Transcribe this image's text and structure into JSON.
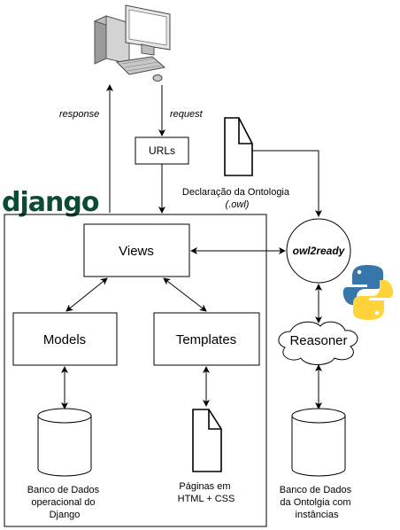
{
  "colors": {
    "django_green": "#0c4b33",
    "python_blue": "#3776ab",
    "python_yellow": "#ffd43b",
    "stroke": "#000000",
    "computer_gray": "#d0d0d0"
  },
  "icons": {
    "computer": "desktop-computer-icon",
    "owl_file": "document-icon",
    "html_file": "document-icon",
    "python": "python-logo-icon",
    "reasoner": "cloud-shape",
    "databases": "cylinder-database-icon"
  },
  "logo": {
    "django": "django"
  },
  "edges": {
    "response": "response",
    "request": "request"
  },
  "nodes": {
    "urls": "URLs",
    "views": "Views",
    "models": "Models",
    "templates": "Templates",
    "owl2ready": "owl2ready",
    "reasoner": "Reasoner"
  },
  "ontology_decl": {
    "line1": "Declaração da Ontologia",
    "line2": "(.owl)"
  },
  "db_django": {
    "line1": "Banco de Dados",
    "line2": "operacional do",
    "line3": "Django"
  },
  "pages": {
    "line1": "Páginas em",
    "line2": "HTML + CSS"
  },
  "db_ontology": {
    "line1": "Banco de Dados",
    "line2": "da Ontolgia com",
    "line3": "instâncias"
  }
}
